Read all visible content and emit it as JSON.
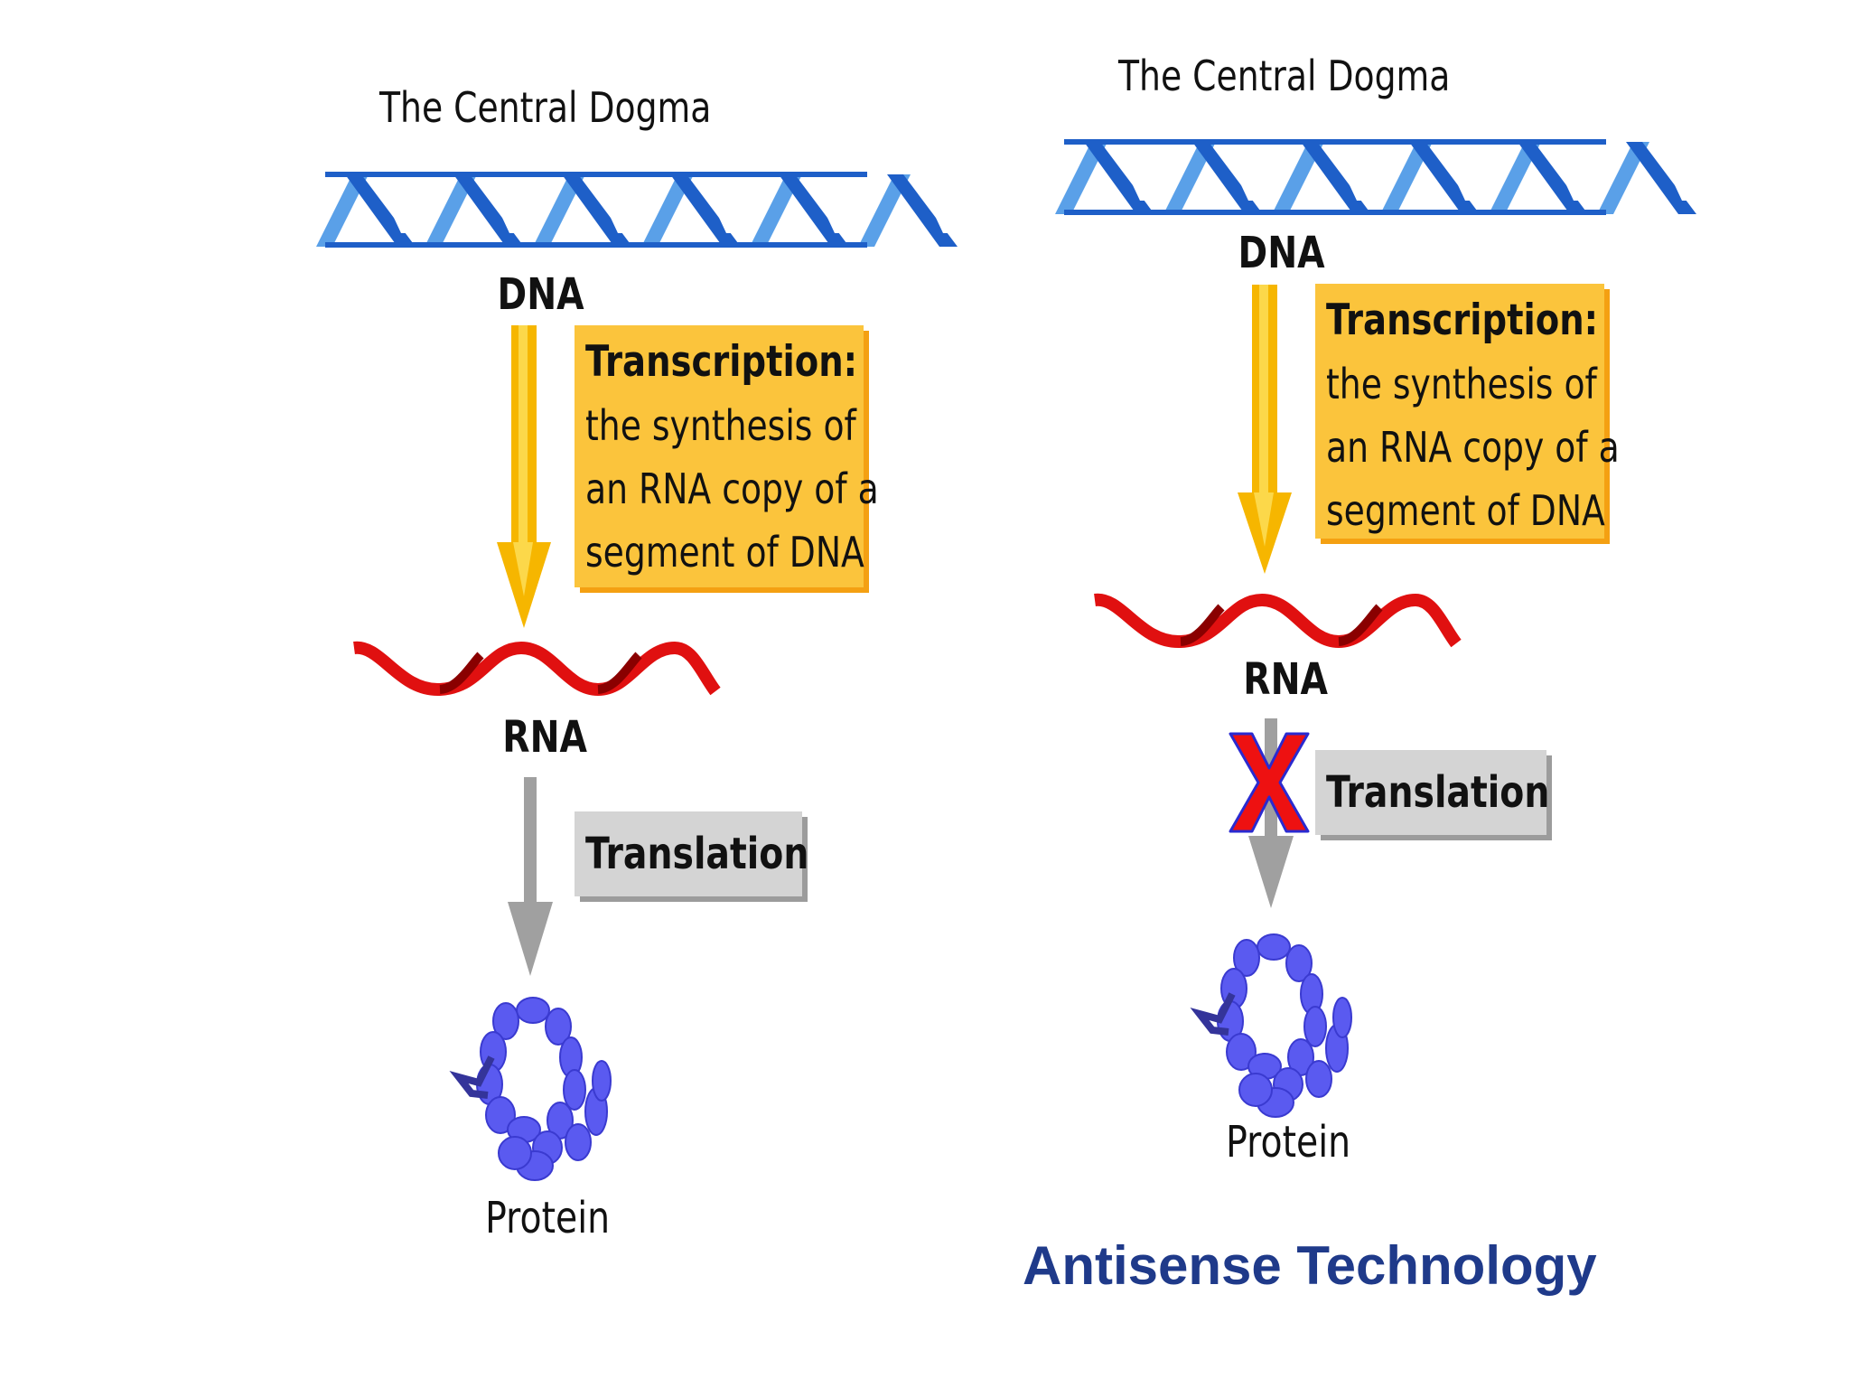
{
  "diagrams": [
    {
      "title": "The Central Dogma",
      "dna_label": "DNA",
      "transcription_head": "Transcription:",
      "transcription_lines": [
        "the synthesis of",
        "an RNA copy of a",
        "segment of DNA"
      ],
      "rna_label": "RNA",
      "translation_label": "Translation",
      "protein_label": "Protein"
    },
    {
      "title": "The Central Dogma",
      "dna_label": "DNA",
      "transcription_head": "Transcription:",
      "transcription_lines": [
        "the synthesis of",
        "an RNA copy of a",
        "segment of DNA"
      ],
      "rna_label": "RNA",
      "translation_label": "Translation",
      "translation_blocked": true,
      "protein_label": "Protein"
    }
  ],
  "caption": "Antisense Technology",
  "colors": {
    "dna_blue": "#1e5fc8",
    "rna_red": "#e01010",
    "transcription_box": "#fbc43c",
    "translation_box": "#d4d4d4",
    "protein_blue": "#5a5af0",
    "block_x": "#ee1111",
    "caption_blue": "#1f3a8a"
  },
  "icons": [
    "dna-helix-icon",
    "rna-strand-icon",
    "protein-coil-icon",
    "block-x-icon"
  ]
}
